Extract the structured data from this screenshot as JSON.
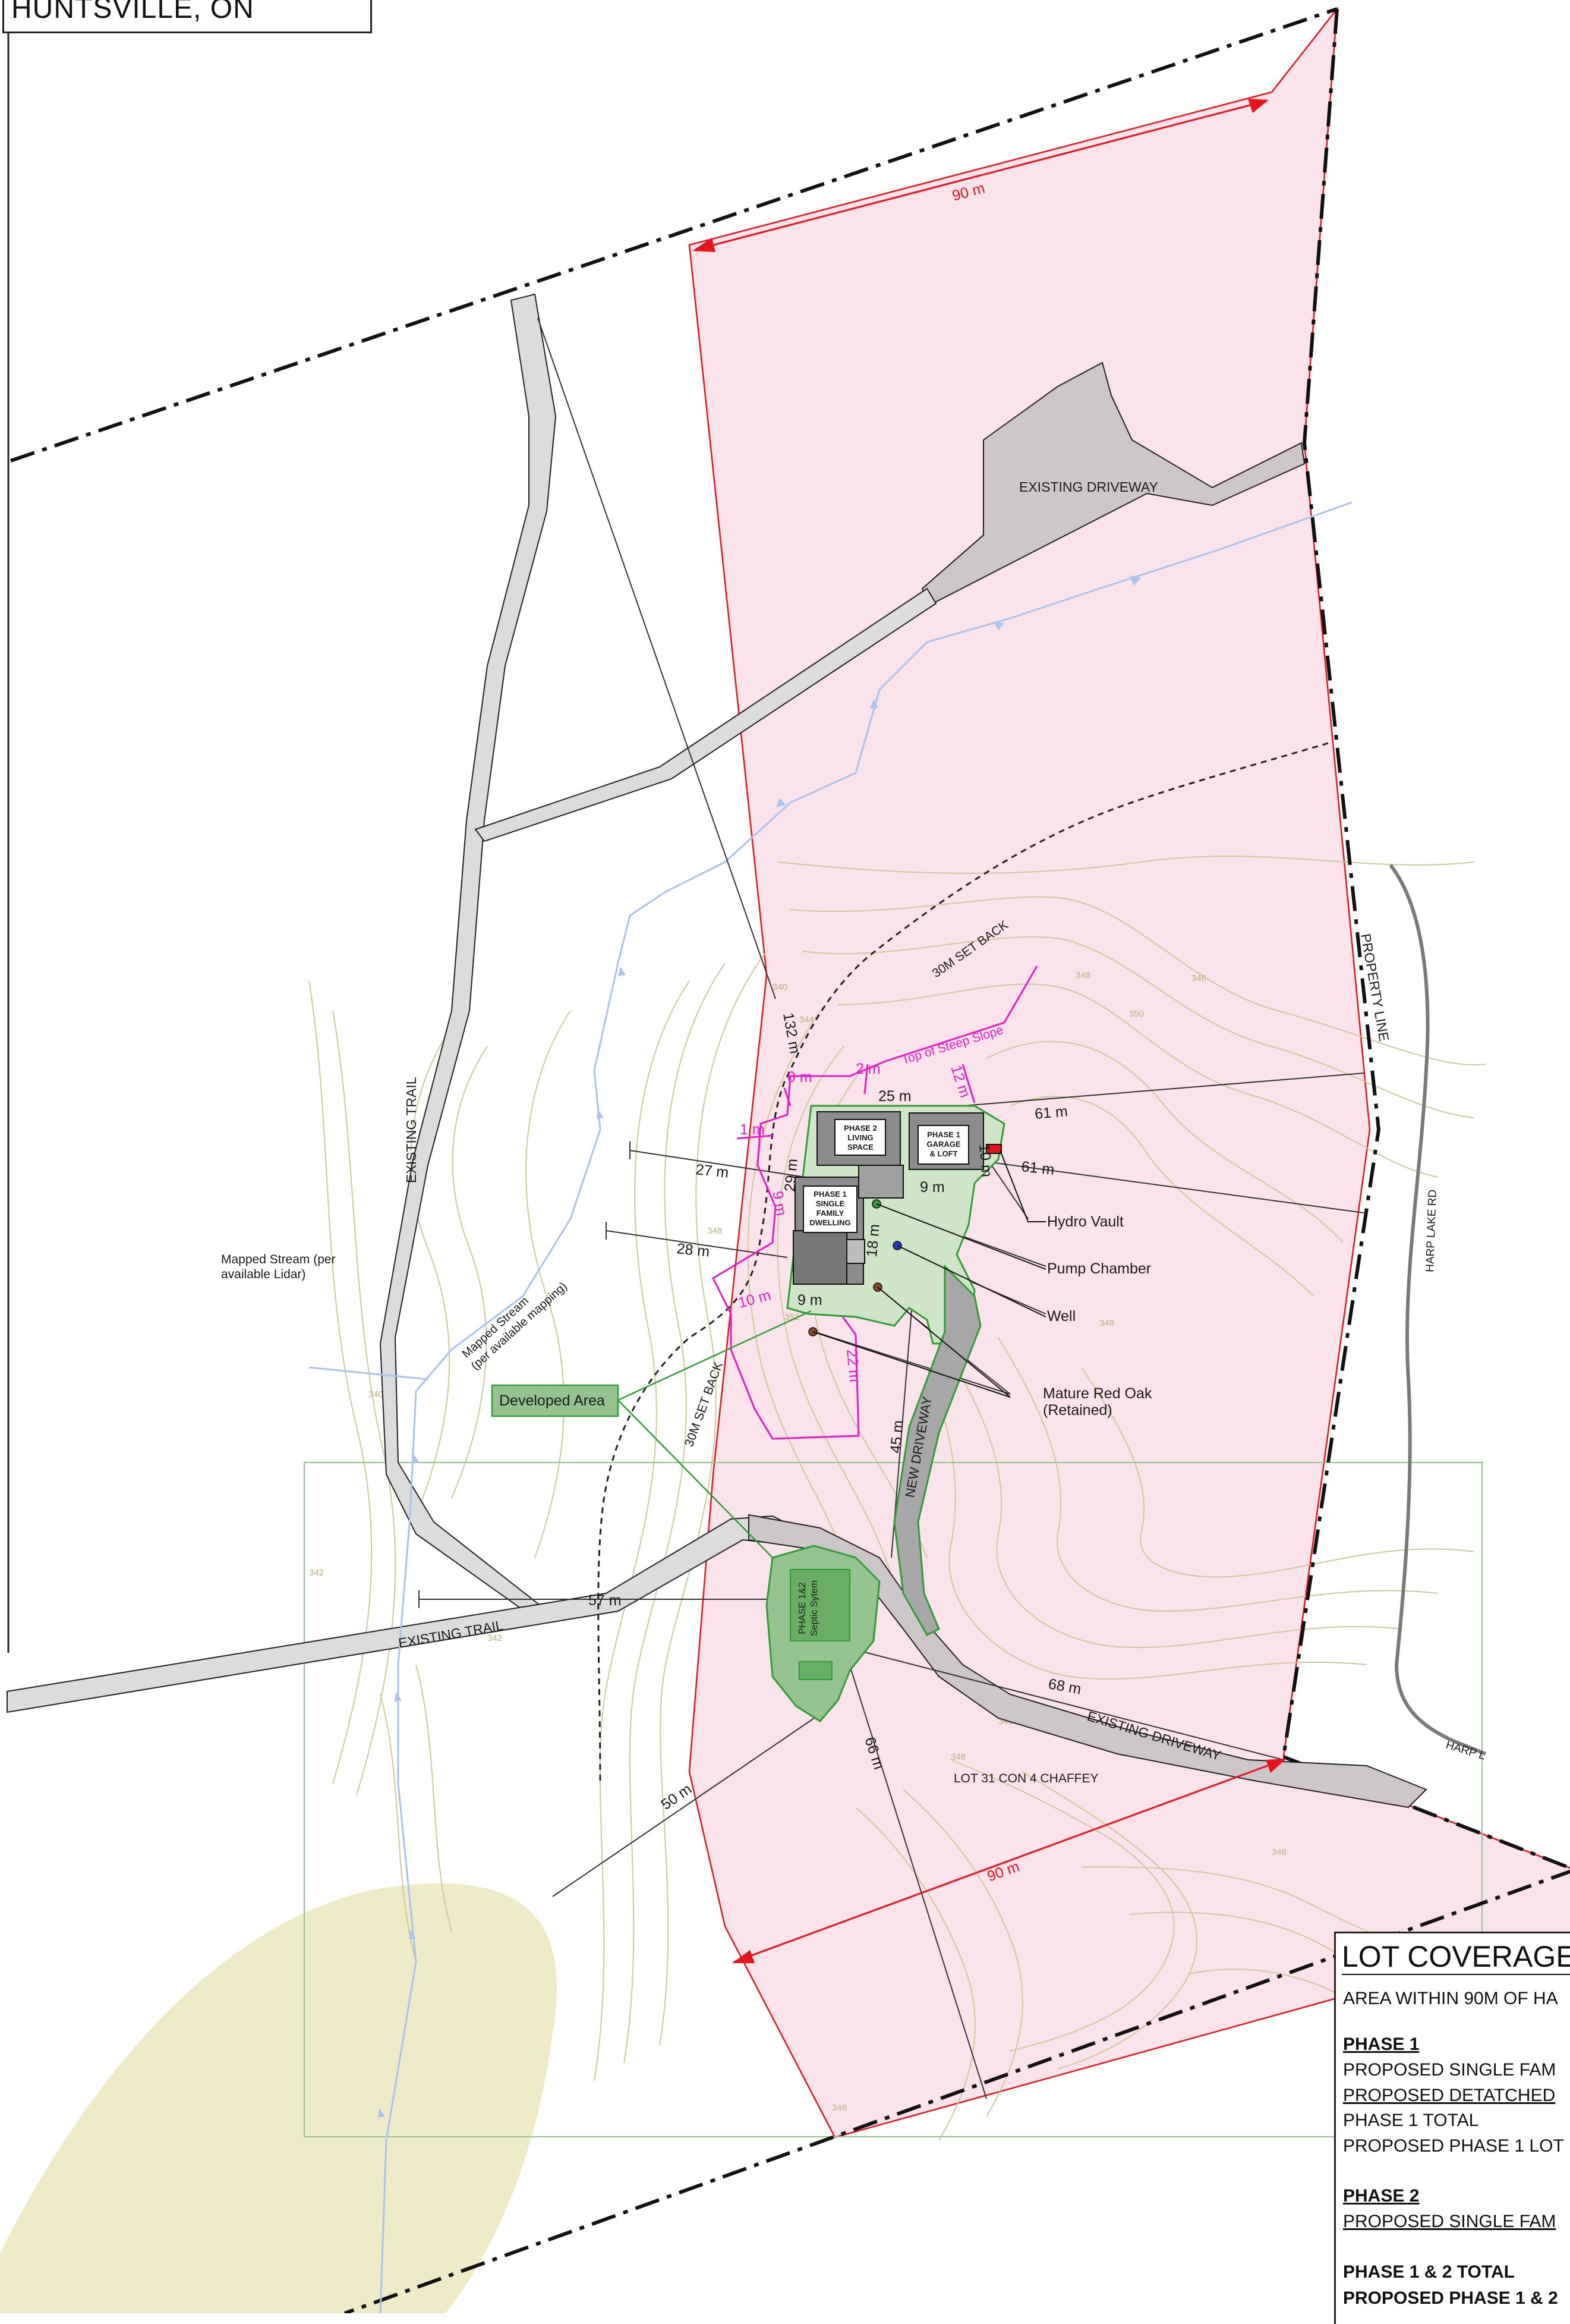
{
  "title": "HUNTSVILLE, ON",
  "labels": {
    "existing_driveway_top": "EXISTING DRIVEWAY",
    "existing_driveway_bottom": "EXISTING DRIVEWAY",
    "existing_trail_vertical": "EXISTING TRAIL",
    "existing_trail_horizontal": "EXISTING TRAIL",
    "property_line": "PROPERTY LINE",
    "harp_lake_rd": "HARP LAKE RD",
    "harp_lake_rd_partial": "HARP L",
    "mapped_stream_lidar": "Mapped Stream (per available Lidar)",
    "mapped_stream_mapping": "Mapped Stream (per available mapping)",
    "developed_area": "Developed Area",
    "setback_30m_upper": "30M SET BACK",
    "setback_30m_lower": "30M SET BACK",
    "top_of_steep_slope": "Top of Steep Slope",
    "new_driveway": "NEW DRIVEWAY",
    "lot": "LOT 31 CON 4 CHAFFEY",
    "phase2_living": "PHASE 2 LIVING SPACE",
    "phase1_garage": "PHASE 1 GARAGE & LOFT",
    "phase1_dwelling": "PHASE 1 SINGLE FAMILY DWELLING",
    "septic": "PHASE 1&2 Septic Sytem",
    "hydro_vault": "Hydro Vault",
    "pump_chamber": "Pump Chamber",
    "well": "Well",
    "mature_red_oak": "Mature Red Oak (Retained)"
  },
  "dimensions": {
    "d90_top": "90 m",
    "d90_bottom": "90 m",
    "d132": "132 m",
    "d25": "25 m",
    "d61a": "61 m",
    "d61b": "61 m",
    "d27": "27 m",
    "d28": "28 m",
    "d29": "29 m",
    "d18": "18 m",
    "d10a": "10 m",
    "d9a": "9 m",
    "d9b": "9 m",
    "d45": "45 m",
    "d57": "57 m",
    "d68": "68 m",
    "d66": "66 m",
    "d50": "50 m",
    "m0": "0 m",
    "m2": "2 m",
    "m12": "12 m",
    "m1": "1 m",
    "m9": "9 m",
    "m10": "10 m",
    "m22": "22 m"
  },
  "contours": [
    "348",
    "346",
    "350",
    "344",
    "340",
    "352",
    "348",
    "346",
    "348",
    "346",
    "348",
    "346",
    "340",
    "342",
    "348",
    "346",
    "342"
  ],
  "coverage": {
    "title": "LOT COVERAGE",
    "area_within": "AREA WITHIN 90M OF HA",
    "phase1_head": "PHASE 1",
    "p1_line1": "PROPOSED SINGLE FAM",
    "p1_line2": "PROPOSED DETATCHED",
    "p1_total": "PHASE 1 TOTAL",
    "p1_lot": "PROPOSED PHASE 1 LOT",
    "phase2_head": "PHASE 2",
    "p2_line1": "PROPOSED SINGLE FAM",
    "p12_total": "PHASE 1 & 2  TOTAL",
    "p12_lot": "PROPOSED PHASE 1 & 2"
  },
  "colors": {
    "buffer_fill": "#fbe3ec",
    "buffer_line": "#e8141b",
    "driveway_fill": "#cdc7c9",
    "contour": "#cfc99a",
    "stream": "#a9c3ee",
    "developed": "#93c48e",
    "setback_magenta": "#e61ec8",
    "wetland": "#ecebc3"
  }
}
